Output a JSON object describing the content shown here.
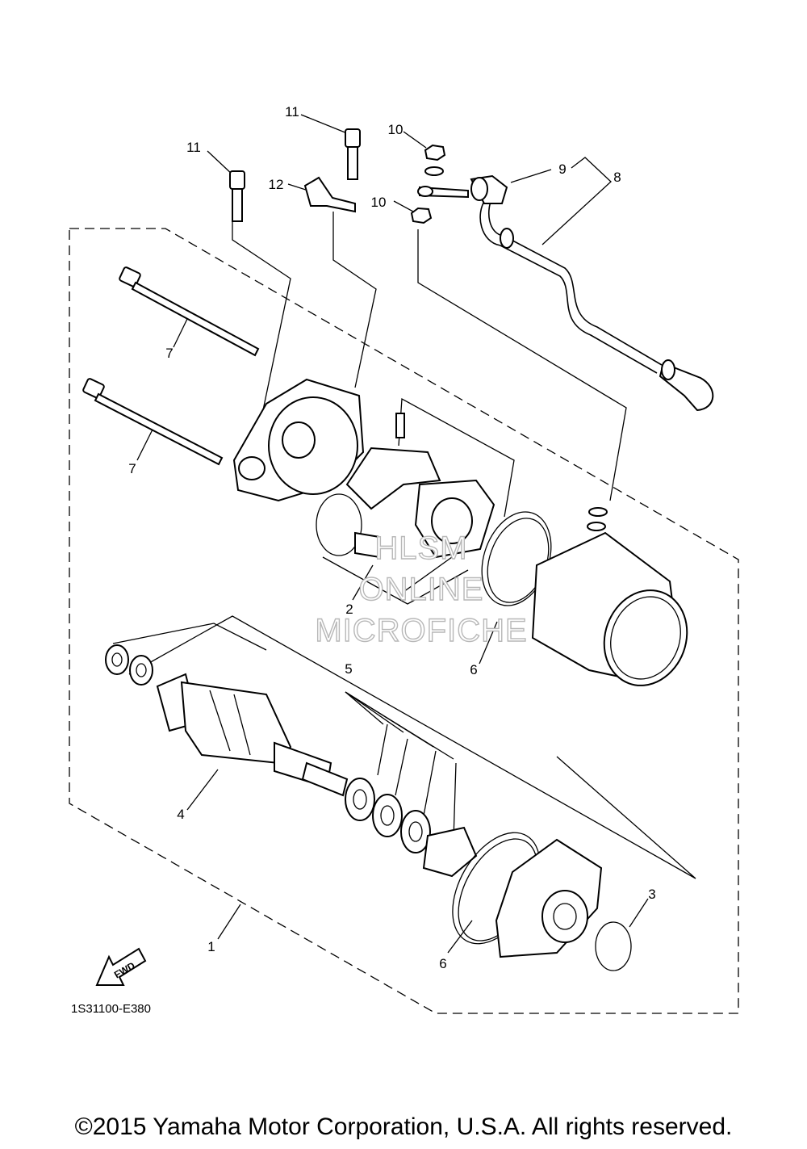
{
  "diagram": {
    "callouts": {
      "c1": "1",
      "c2": "2",
      "c3": "3",
      "c4": "4",
      "c5": "5",
      "c6a": "6",
      "c6b": "6",
      "c7a": "7",
      "c7b": "7",
      "c8": "8",
      "c9": "9",
      "c10a": "10",
      "c10b": "10",
      "c11a": "11",
      "c11b": "11",
      "c12": "12"
    },
    "figure_code": "1S31100-E380",
    "fwd_label": "FWD",
    "watermark": [
      "HLSM",
      "ONLINE",
      "MICROFICHE"
    ]
  },
  "footer": {
    "copyright": "©2015 Yamaha Motor Corporation, U.S.A. All rights reserved."
  }
}
